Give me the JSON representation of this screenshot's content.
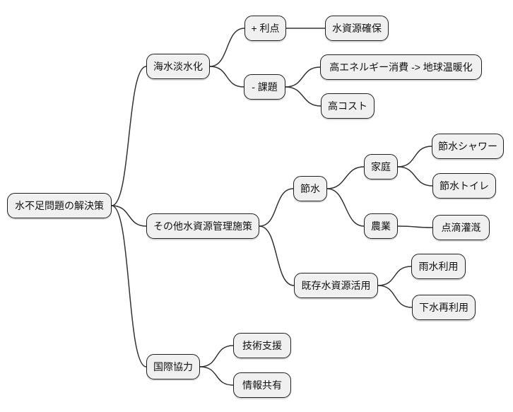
{
  "diagram": {
    "type": "mindmap",
    "language": "ja"
  },
  "colors": {
    "background": "#ffffff",
    "node-fill": "#f0f0f0",
    "node-border": "#1f1f1f",
    "edge": "#333333",
    "text": "#111111"
  },
  "tree": {
    "label": "水不足問題の解決策",
    "children": [
      {
        "label": "海水淡水化",
        "children": [
          {
            "label": "+ 利点",
            "children": [
              {
                "label": "水資源確保",
                "children": []
              }
            ]
          },
          {
            "label": "- 課題",
            "children": [
              {
                "label": "高エネルギー消費 -> 地球温暖化",
                "children": []
              },
              {
                "label": "高コスト",
                "children": []
              }
            ]
          }
        ]
      },
      {
        "label": "その他水資源管理施策",
        "children": [
          {
            "label": "節水",
            "children": [
              {
                "label": "家庭",
                "children": [
                  {
                    "label": "節水シャワー",
                    "children": []
                  },
                  {
                    "label": "節水トイレ",
                    "children": []
                  }
                ]
              },
              {
                "label": "農業",
                "children": [
                  {
                    "label": "点滴灌漑",
                    "children": []
                  }
                ]
              }
            ]
          },
          {
            "label": "既存水資源活用",
            "children": [
              {
                "label": "雨水利用",
                "children": []
              },
              {
                "label": "下水再利用",
                "children": []
              }
            ]
          }
        ]
      },
      {
        "label": "国際協力",
        "children": [
          {
            "label": "技術支援",
            "children": []
          },
          {
            "label": "情報共有",
            "children": []
          }
        ]
      }
    ]
  }
}
